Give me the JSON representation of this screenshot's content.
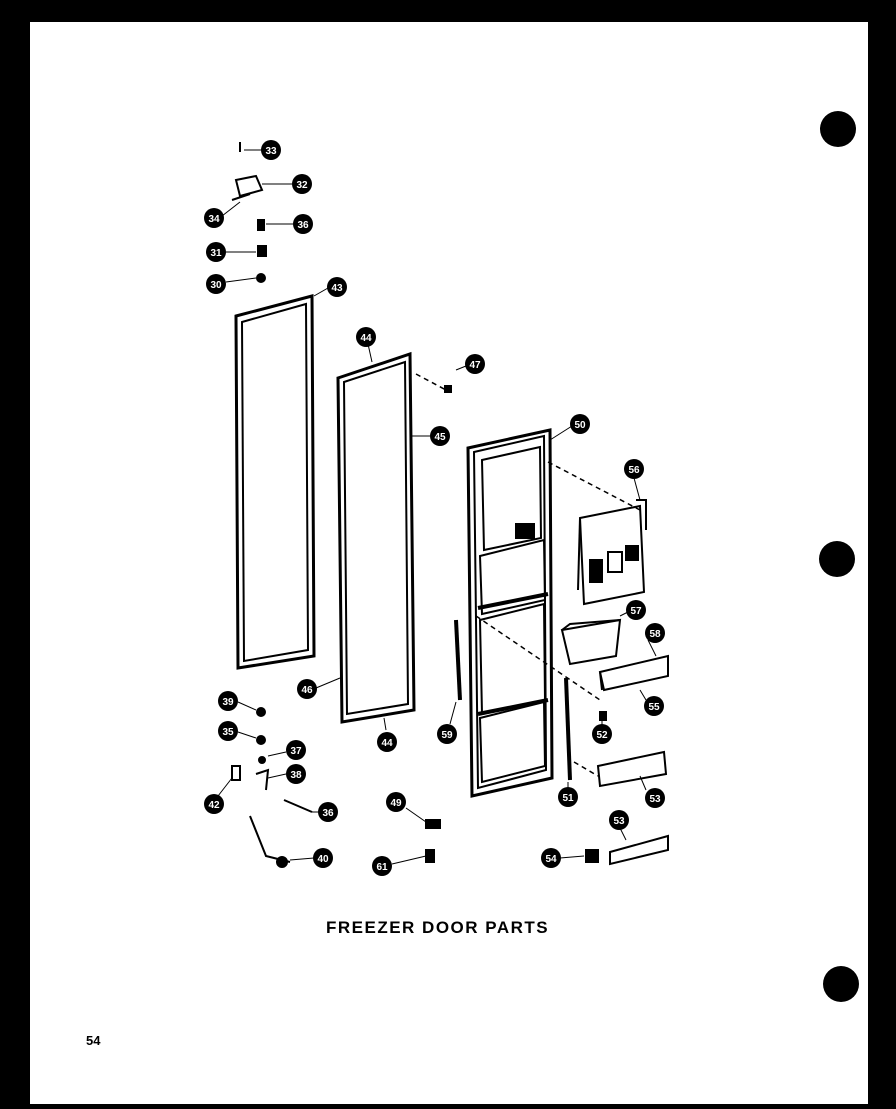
{
  "caption": "FREEZER DOOR PARTS",
  "page_number": "54",
  "callouts": [
    "33",
    "32",
    "34",
    "36",
    "31",
    "30",
    "43",
    "44",
    "47",
    "45",
    "50",
    "56",
    "57",
    "58",
    "55",
    "52",
    "46",
    "44",
    "39",
    "35",
    "37",
    "38",
    "42",
    "36",
    "40",
    "49",
    "61",
    "59",
    "51",
    "53",
    "54",
    "53"
  ],
  "colors": {
    "ink": "#000000",
    "paper": "#ffffff",
    "background": "#000000"
  }
}
